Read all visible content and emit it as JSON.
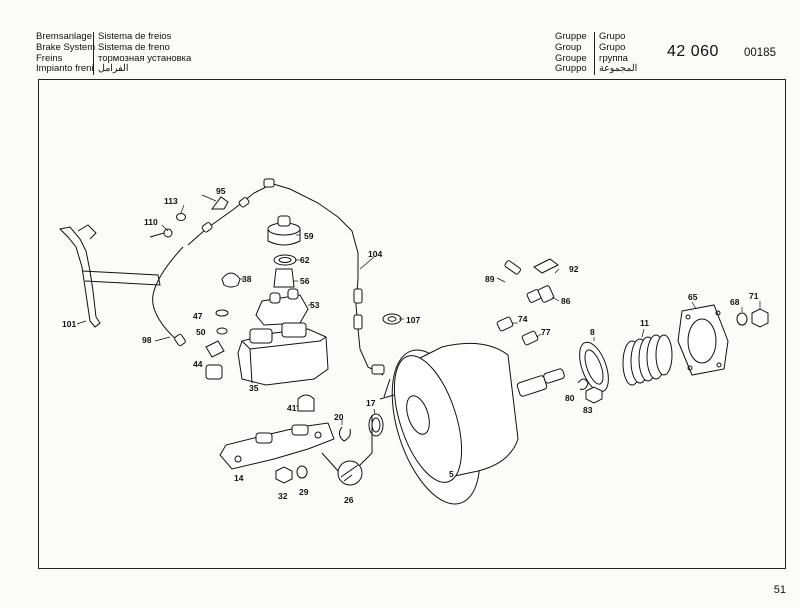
{
  "header": {
    "languages_left": [
      "Bremsanlage",
      "Brake System",
      "Freins",
      "Impianto freni"
    ],
    "languages_left2": [
      "Sistema de freios",
      "Sistema de freno",
      "тормозная установка",
      "الفرامل"
    ],
    "group_labels_1": [
      "Gruppe",
      "Group",
      "Groupe",
      "Gruppo"
    ],
    "group_labels_2": [
      "Grupo",
      "Grupo",
      "группа",
      "المجموعة"
    ],
    "group_number": "42 060",
    "page_code": "00185"
  },
  "diagram": {
    "part_labels": [
      "95",
      "113",
      "110",
      "101",
      "98",
      "59",
      "62",
      "38",
      "56",
      "53",
      "47",
      "50",
      "44",
      "35",
      "104",
      "89",
      "92",
      "86",
      "107",
      "74",
      "77",
      "8",
      "11",
      "65",
      "68",
      "71",
      "41",
      "20",
      "17",
      "14",
      "32",
      "29",
      "26",
      "5",
      "80",
      "83"
    ]
  },
  "footer": {
    "page_number": "51"
  }
}
